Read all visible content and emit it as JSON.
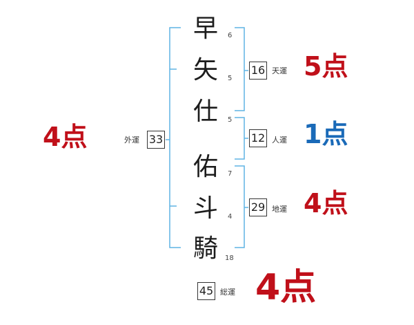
{
  "name_chars": [
    {
      "char": "早",
      "strokes": "6"
    },
    {
      "char": "矢",
      "strokes": "5"
    },
    {
      "char": "仕",
      "strokes": "5"
    },
    {
      "char": "佑",
      "strokes": "7"
    },
    {
      "char": "斗",
      "strokes": "4"
    },
    {
      "char": "騎",
      "strokes": "18"
    }
  ],
  "fortunes": {
    "gaiun": {
      "value": "33",
      "label": "外運",
      "score": "4点",
      "color": "#c0101a"
    },
    "tenun": {
      "value": "16",
      "label": "天運",
      "score": "5点",
      "color": "#c0101a"
    },
    "jinun": {
      "value": "12",
      "label": "人運",
      "score": "1点",
      "color": "#1a6ab8"
    },
    "chiun": {
      "value": "29",
      "label": "地運",
      "score": "4点",
      "color": "#c0101a"
    },
    "souun": {
      "value": "45",
      "label": "総運",
      "score": "4点",
      "color": "#c0101a"
    }
  },
  "colors": {
    "bracket": "#5fb3e3"
  }
}
